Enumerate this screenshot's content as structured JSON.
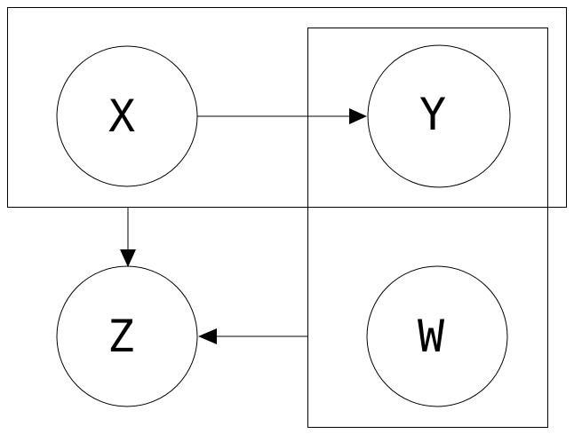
{
  "nodes": {
    "x": {
      "label": "X"
    },
    "y": {
      "label": "Y"
    },
    "z": {
      "label": "Z"
    },
    "w": {
      "label": "W"
    }
  },
  "edges": [
    {
      "from": "X",
      "to": "Y"
    },
    {
      "from": "group-x-y",
      "to": "Z"
    },
    {
      "from": "group-y-w",
      "to": "Z"
    }
  ],
  "colors": {
    "stroke": "#000000",
    "background": "#ffffff"
  }
}
